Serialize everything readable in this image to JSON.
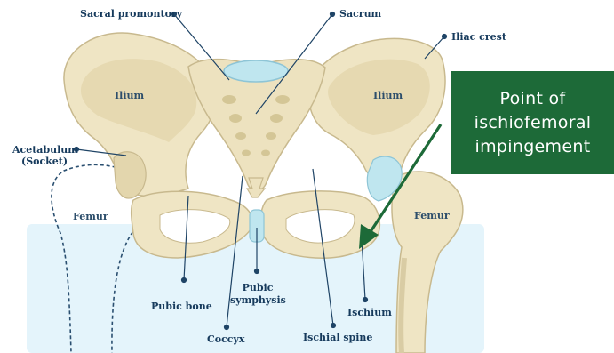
{
  "labels": {
    "sacral_promontory": "Sacral promontory",
    "sacrum": "Sacrum",
    "iliac_crest": "Iliac crest",
    "ilium_left": "Ilium",
    "ilium_right": "Ilium",
    "acetabulum": "Acetabulum",
    "socket": "(Socket)",
    "femur_left": "Femur",
    "femur_right": "Femur",
    "pubic_bone": "Pubic bone",
    "pubic_symphysis_1": "Pubic",
    "pubic_symphysis_2": "symphysis",
    "coccyx": "Coccyx",
    "ischial_spine": "Ischial spine",
    "ischium": "Ischium"
  },
  "callout": {
    "line1": "Point of",
    "line2": "ischiofemoral",
    "line3": "impingement"
  },
  "colors": {
    "bone": "#efe5c4",
    "bone_shade": "#d9cca4",
    "bone_outline": "#c8b98e",
    "cartilage": "#bfe6ef",
    "background_panel": "#e4f4fb",
    "label_text": "#163a5c",
    "leader_line": "#1f4466",
    "callout_bg": "#1d6a38",
    "arrow": "#1d6a38"
  }
}
